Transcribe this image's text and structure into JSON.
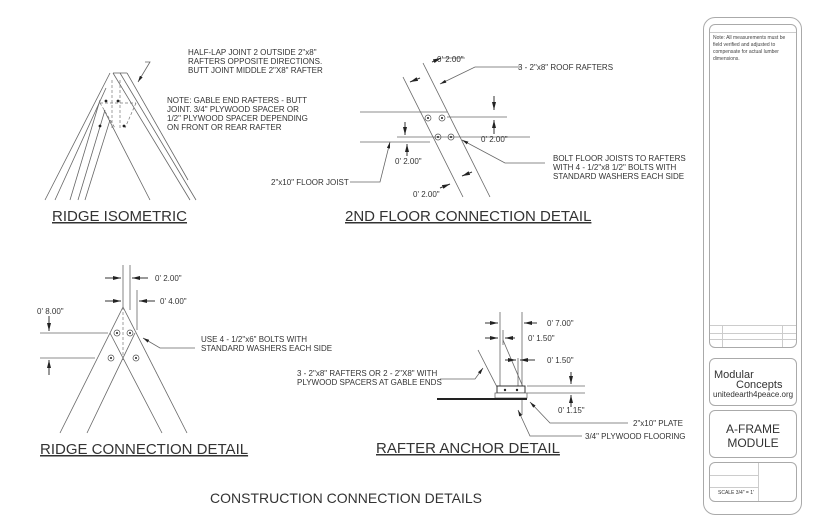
{
  "ridge_isometric": {
    "title": "RIDGE ISOMETRIC",
    "note1": [
      "HALF-LAP JOINT 2 OUTSIDE 2\"x8\"",
      "RAFTERS OPPOSITE DIRECTIONS.",
      "BUTT JOINT MIDDLE 2\"X8\" RAFTER"
    ],
    "note2": [
      "NOTE: GABLE END RAFTERS - BUTT",
      "JOINT.  3/4\" PLYWOOD SPACER OR",
      "1/2\" PLYWOOD SPACER DEPENDING",
      "ON FRONT OR REAR RAFTER"
    ]
  },
  "second_floor": {
    "title": "2ND FLOOR CONNECTION DETAIL",
    "dim_top": "0' 2.00\"",
    "dim_right": "0' 2.00\"",
    "dim_left": "0' 2.00\"",
    "dim_bottom": "0' 2.00\"",
    "rafters_label": "3 - 2\"x8\" ROOF RAFTERS",
    "joist_label": "2\"x10\" FLOOR JOIST",
    "bolt_note": [
      "BOLT FLOOR JOISTS TO RAFTERS",
      "WITH 4 - 1/2\"x8 1/2\" BOLTS WITH",
      "STANDARD WASHERS EACH SIDE"
    ]
  },
  "ridge_connection": {
    "title": "RIDGE CONNECTION DETAIL",
    "dim_a": "0' 2.00\"",
    "dim_b": "0' 4.00\"",
    "dim_c": "0' 8.00\"",
    "bolt_note": [
      "USE 4 - 1/2\"x6\" BOLTS WITH",
      "STANDARD WASHERS EACH SIDE"
    ]
  },
  "rafter_anchor": {
    "title": "RAFTER ANCHOR DETAIL",
    "dim_a": "0' 7.00\"",
    "dim_b": "0' 1.50\"",
    "dim_c": "0' 1.50\"",
    "dim_d": "0' 1.15\"",
    "rafter_note": [
      "3 - 2\"x8\" RAFTERS OR 2 - 2\"X8\" WITH",
      "PLYWOOD SPACERS AT GABLE ENDS"
    ],
    "plate_label": "2\"x10\" PLATE",
    "flooring_label": "3/4\" PLYWOOD FLOORING"
  },
  "sheet_title": "CONSTRUCTION CONNECTION DETAILS",
  "title_block": {
    "note": "Note: All measurements must be field verified and adjusted to compensate for actual lumber dimensions.",
    "company_line1": "Modular",
    "company_line2": "Concepts",
    "website": "unitedearth4peace.org",
    "project_line1": "A-FRAME",
    "project_line2": "MODULE",
    "scale": "SCALE 3/4\" = 1'"
  }
}
